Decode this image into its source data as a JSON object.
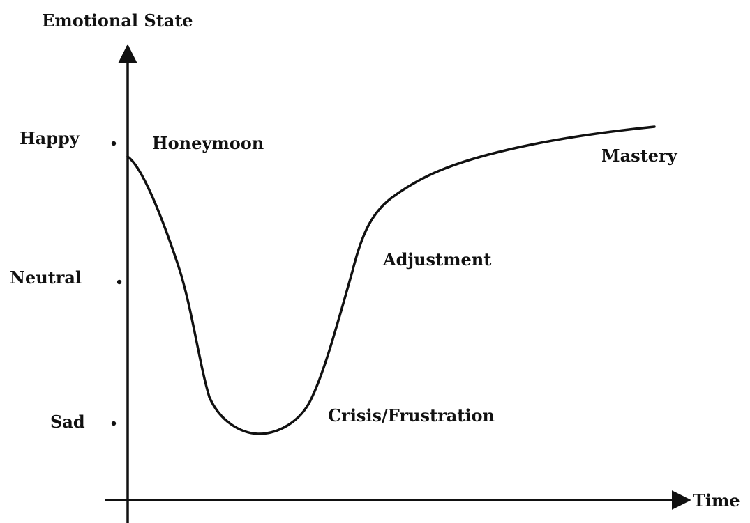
{
  "axes": {
    "y_title": "Emotional State",
    "x_title": "Time"
  },
  "levels": [
    {
      "key": "happy",
      "label": "Happy"
    },
    {
      "key": "neutral",
      "label": "Neutral"
    },
    {
      "key": "sad",
      "label": "Sad"
    }
  ],
  "stages": [
    {
      "key": "honeymoon",
      "label": "Honeymoon"
    },
    {
      "key": "crisis",
      "label": "Crisis/Frustration"
    },
    {
      "key": "adjustment",
      "label": "Adjustment"
    },
    {
      "key": "mastery",
      "label": "Mastery"
    }
  ],
  "colors": {
    "ink": "#111111",
    "background": "#ffffff"
  }
}
